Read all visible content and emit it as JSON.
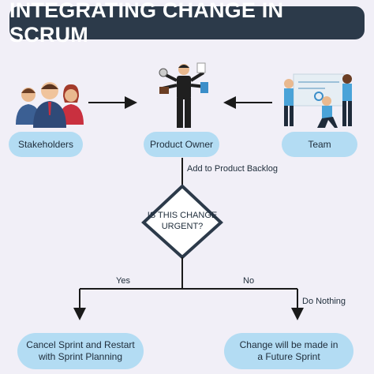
{
  "title": "INTEGRATING CHANGE IN SCRUM",
  "nodes": {
    "stakeholders": "Stakeholders",
    "product_owner": "Product Owner",
    "team": "Team",
    "decision": "IS THIS CHANGE URGENT?",
    "cancel": "Cancel Sprint and Restart with Sprint Planning",
    "future": "Change will be made in a Future Sprint"
  },
  "edges": {
    "backlog": "Add to Product Backlog",
    "yes": "Yes",
    "no": "No",
    "do_nothing": "Do Nothing"
  },
  "colors": {
    "banner": "#2c3a4a",
    "pill": "#b3dcf3",
    "background": "#f1eff7",
    "line": "#1a1a1a"
  }
}
